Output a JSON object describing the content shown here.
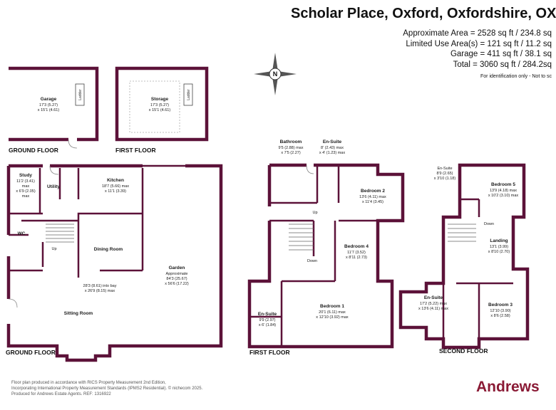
{
  "header": {
    "title": "Scholar Place, Oxford, Oxfordshire, OX",
    "areas": [
      "Approximate Area = 2528 sq ft / 234.8 sq",
      "Limited Use Area(s) = 121 sq ft / 11.2 sq",
      "Garage = 411 sq ft / 38.1 sq",
      "Total = 3060 sq ft / 284.2sq"
    ],
    "note": "For identification only - Not to sc"
  },
  "compass": {
    "letter": "N"
  },
  "colors": {
    "wall": "#5c1239",
    "brand": "#8a1a35"
  },
  "floors": {
    "garage_ground": "GROUND FLOOR",
    "garage_first": "FIRST FLOOR",
    "ground": "GROUND FLOOR",
    "first": "FIRST FLOOR",
    "second": "SECOND FLOOR"
  },
  "rooms": {
    "garage": {
      "name": "Garage",
      "dim1": "17'3 (5.27)",
      "dim2": "x 15'1 (4.61)"
    },
    "storage": {
      "name": "Storage",
      "dim1": "17'3 (5.27)",
      "dim2": "x 15'1 (4.61)"
    },
    "ladder": "Ladder",
    "study": {
      "name": "Study",
      "dim1": "11'2 (3.41)",
      "dim2": "max",
      "dim3": "x 6'9 (2.05)",
      "dim4": "max"
    },
    "utility": {
      "name": "Utility"
    },
    "kitchen": {
      "name": "Kitchen",
      "dim1": "18'7 (5.66) max",
      "dim2": "x 11'1 (3.39)"
    },
    "wc": {
      "name": "WC"
    },
    "dining": {
      "name": "Dining Room"
    },
    "sitting": {
      "name": "Sitting Room",
      "dim1": "28'3 (8.61) into bay",
      "dim2": "x 26'9 (8.15) max"
    },
    "garden": {
      "name": "Garden",
      "dim1": "Approximate",
      "dim2": "84'3 (25.67)",
      "dim3": "x 56'6 (17.22)"
    },
    "bathroom": {
      "name": "Bathroom",
      "dim1": "9'5 (2.88) max",
      "dim2": "x 7'5 (2.27)"
    },
    "ensuite_top": {
      "name": "En-Suite",
      "dim1": "8' (2.43) max",
      "dim2": "x 4' (1.23) max"
    },
    "bedroom2": {
      "name": "Bedroom 2",
      "dim1": "13'6 (4.11) max",
      "dim2": "x 11'4 (3.45)"
    },
    "bedroom4": {
      "name": "Bedroom 4",
      "dim1": "11'7 (3.52)",
      "dim2": "x 8'11 (2.73)"
    },
    "ensuite_first": {
      "name": "En-Suite",
      "dim1": "9'9 (2.97)",
      "dim2": "x 6' (1.84)"
    },
    "bedroom1": {
      "name": "Bedroom 1",
      "dim1": "20'1 (6.11) max",
      "dim2": "x 12'10 (3.92) max"
    },
    "ensuite_second_small": {
      "name": "En-Suite",
      "dim1": "8'9 (2.65)",
      "dim2": "x 3'10 (1.18)"
    },
    "bedroom5": {
      "name": "Bedroom 5",
      "dim1": "13'9 (4.18) max",
      "dim2": "x 10'2 (3.10) max"
    },
    "landing": {
      "name": "Landing",
      "dim1": "13'1 (3.99)",
      "dim2": "x 8'10 (2.70)"
    },
    "ensuite_second": {
      "name": "En-Suite",
      "dim1": "17'2 (5.22) max",
      "dim2": "x 13'6 (4.11) max"
    },
    "bedroom3": {
      "name": "Bedroom 3",
      "dim1": "12'10 (3.90)",
      "dim2": "x 8'6 (2.58)"
    },
    "up": "Up",
    "down": "Down"
  },
  "footer": {
    "line1": "Floor plan produced in accordance with RICS Property Measurement 2nd Edition,",
    "line2": "Incorporating International Property Measurement Standards (IPMS2 Residential).  © nichecom 2025.",
    "line3": "Produced for Andrews Estate Agents.  REF: 1316922",
    "brand": "Andrews"
  }
}
